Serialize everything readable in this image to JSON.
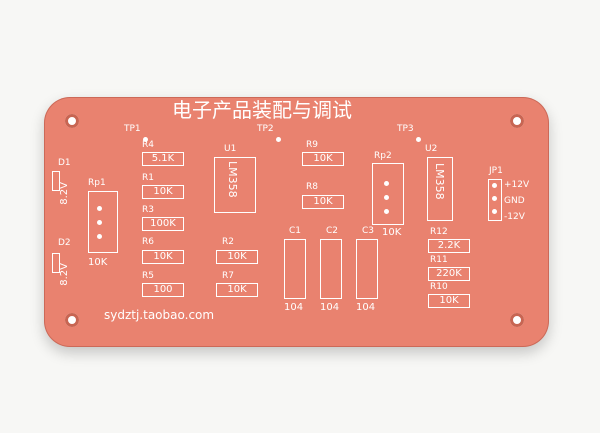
{
  "board": {
    "title": "电子产品装配与调试",
    "url": "sydztj.taobao.com",
    "test_points": [
      "TP1",
      "TP2",
      "TP3"
    ],
    "diodes": [
      {
        "ref": "D1",
        "value": "8.2V"
      },
      {
        "ref": "D2",
        "value": "8.2V"
      }
    ],
    "pots": [
      {
        "ref": "Rp1",
        "value": "10K"
      },
      {
        "ref": "Rp2",
        "value": "10K"
      }
    ],
    "chips": [
      {
        "ref": "U1",
        "part": "LM358"
      },
      {
        "ref": "U2",
        "part": "LM358"
      }
    ],
    "caps": [
      {
        "ref": "C1",
        "value": "104"
      },
      {
        "ref": "C2",
        "value": "104"
      },
      {
        "ref": "C3",
        "value": "104"
      }
    ],
    "resistors": {
      "R4": "5.1K",
      "R1": "10K",
      "R3": "100K",
      "R6": "10K",
      "R5": "100",
      "R2": "10K",
      "R7": "10K",
      "R9": "10K",
      "R8": "10K",
      "R12": "2.2K",
      "R11": "220K",
      "R10": "10K"
    },
    "header": {
      "ref": "JP1",
      "pins": [
        "+12V",
        "GND",
        "-12V"
      ]
    }
  }
}
